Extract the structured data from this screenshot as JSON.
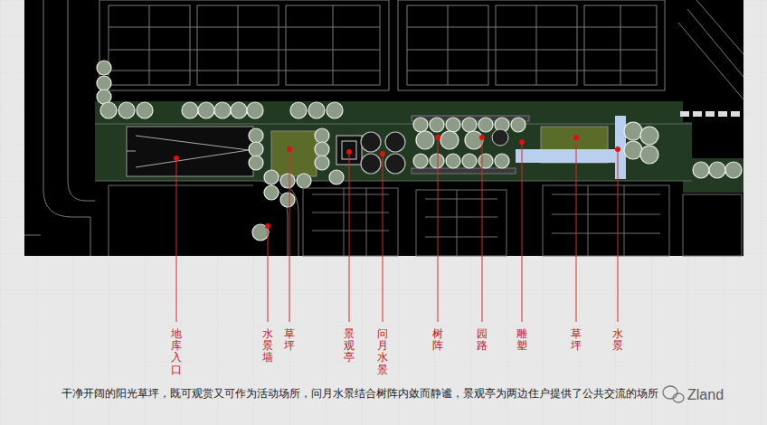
{
  "diagram": {
    "caption": "干净开阔的阳光草坪，既可观赏又可作为活动场所，问月水景结合树阵内敛而静谧，景观亭为两边住户提供了公共交流的场所",
    "labels": [
      "地库入口",
      "水景墙",
      "草坪",
      "景观亭",
      "问月水景",
      "树阵",
      "园路",
      "雕塑",
      "草坪",
      "水景",
      "Zland"
    ]
  }
}
